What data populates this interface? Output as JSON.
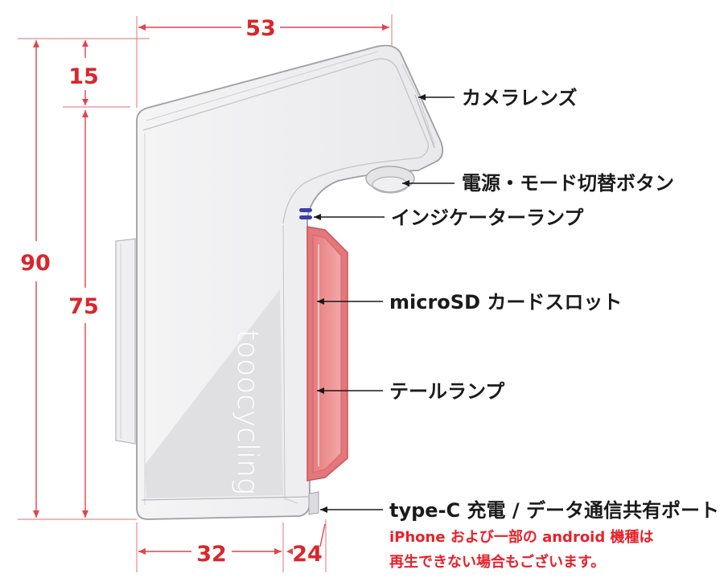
{
  "dimensions": {
    "width_top": "53",
    "height_total": "90",
    "height_head": "15",
    "height_body": "75",
    "width_bottom_left": "32",
    "width_bottom_right": "24"
  },
  "brand_text": "tooocycling",
  "callouts": {
    "camera_lens": "カメラレンズ",
    "power_mode_button": "電源・モード切替ボタン",
    "indicator_lamp": "インジケーターランプ",
    "microsd_slot": "microSD カードスロット",
    "tail_lamp": "テールランプ",
    "usb_port": "type-C 充電 / データ通信共有ポート"
  },
  "note": {
    "line1": "iPhone および一部の android 機種は",
    "line2": "再生できない場合もございます。"
  },
  "colors": {
    "dimension_red": "#d9262c",
    "note_red": "#e8202a",
    "tail_lamp": "#e98b8b",
    "indicator": "#3a3fa8"
  }
}
